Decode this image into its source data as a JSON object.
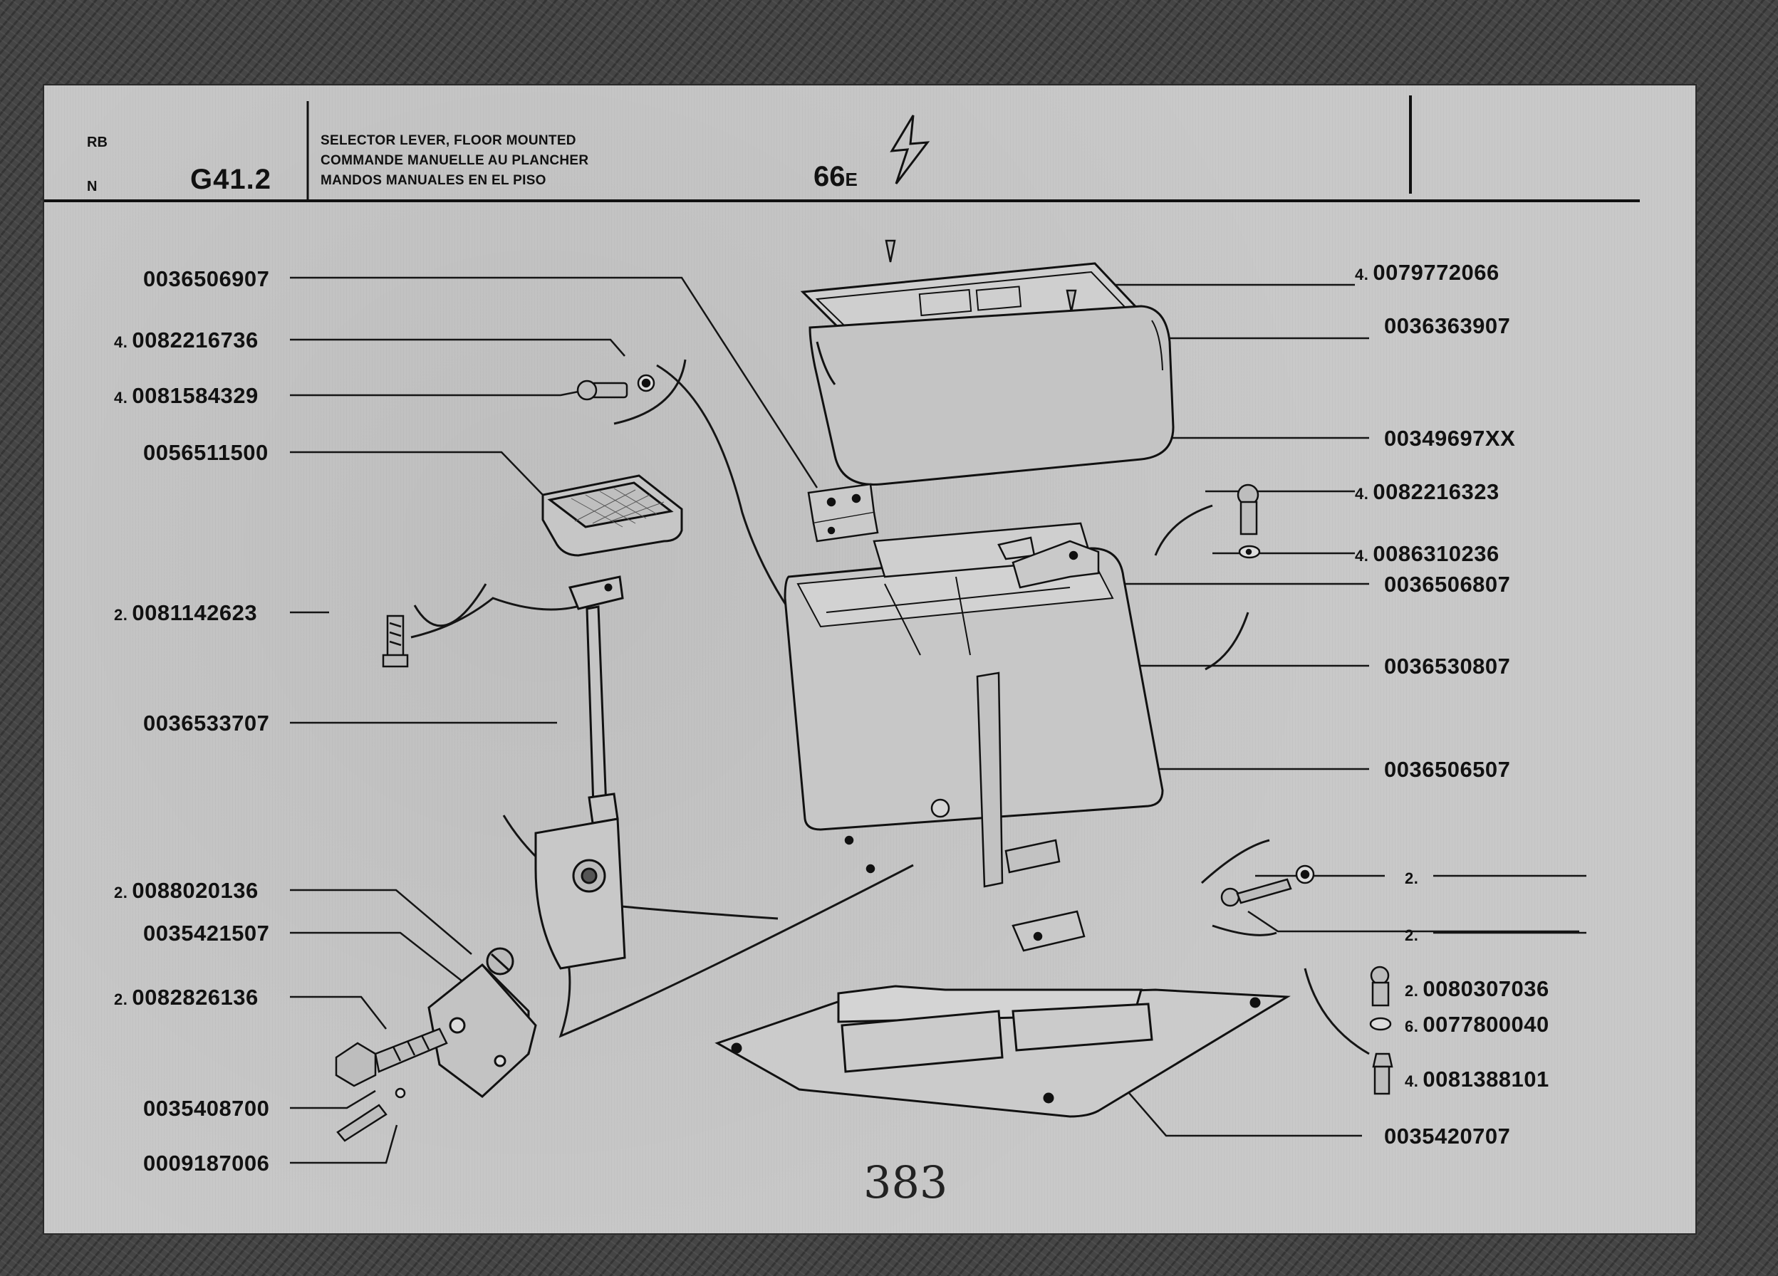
{
  "header": {
    "code_top": "RB",
    "code_bottom": "N",
    "plate": "G41.2",
    "title_en": "SELECTOR LEVER, FLOOR MOUNTED",
    "title_fr": "COMMANDE MANUELLE AU PLANCHER",
    "title_es": "MANDOS MANUALES EN EL PISO",
    "ref": "66",
    "ref_suffix": "E"
  },
  "page_number": "383",
  "parts_left": [
    {
      "qty": "",
      "part": "0036506907"
    },
    {
      "qty": "4.",
      "part": "0082216736"
    },
    {
      "qty": "4.",
      "part": "0081584329"
    },
    {
      "qty": "",
      "part": "0056511500"
    },
    {
      "qty": "2.",
      "part": "0081142623"
    },
    {
      "qty": "",
      "part": "0036533707"
    },
    {
      "qty": "2.",
      "part": "0088020136"
    },
    {
      "qty": "",
      "part": "0035421507"
    },
    {
      "qty": "2.",
      "part": "0082826136"
    },
    {
      "qty": "",
      "part": "0035408700"
    },
    {
      "qty": "",
      "part": "0009187006"
    }
  ],
  "parts_right": [
    {
      "qty": "4.",
      "part": "0079772066"
    },
    {
      "qty": "",
      "part": "0036363907"
    },
    {
      "qty": "",
      "part": "00349697XX"
    },
    {
      "qty": "4.",
      "part": "0082216323"
    },
    {
      "qty": "4.",
      "part": "0086310236"
    },
    {
      "qty": "",
      "part": "0036506807"
    },
    {
      "qty": "",
      "part": "0036530807"
    },
    {
      "qty": "",
      "part": "0036506507"
    },
    {
      "qty": "2.",
      "part": ""
    },
    {
      "qty": "2.",
      "part": ""
    },
    {
      "qty": "2.",
      "part": "0080307036"
    },
    {
      "qty": "6.",
      "part": "0077800040"
    },
    {
      "qty": "4.",
      "part": "0081388101"
    },
    {
      "qty": "",
      "part": "0035420707"
    }
  ],
  "icons": {
    "lightning": "lightning-bolt-icon"
  }
}
